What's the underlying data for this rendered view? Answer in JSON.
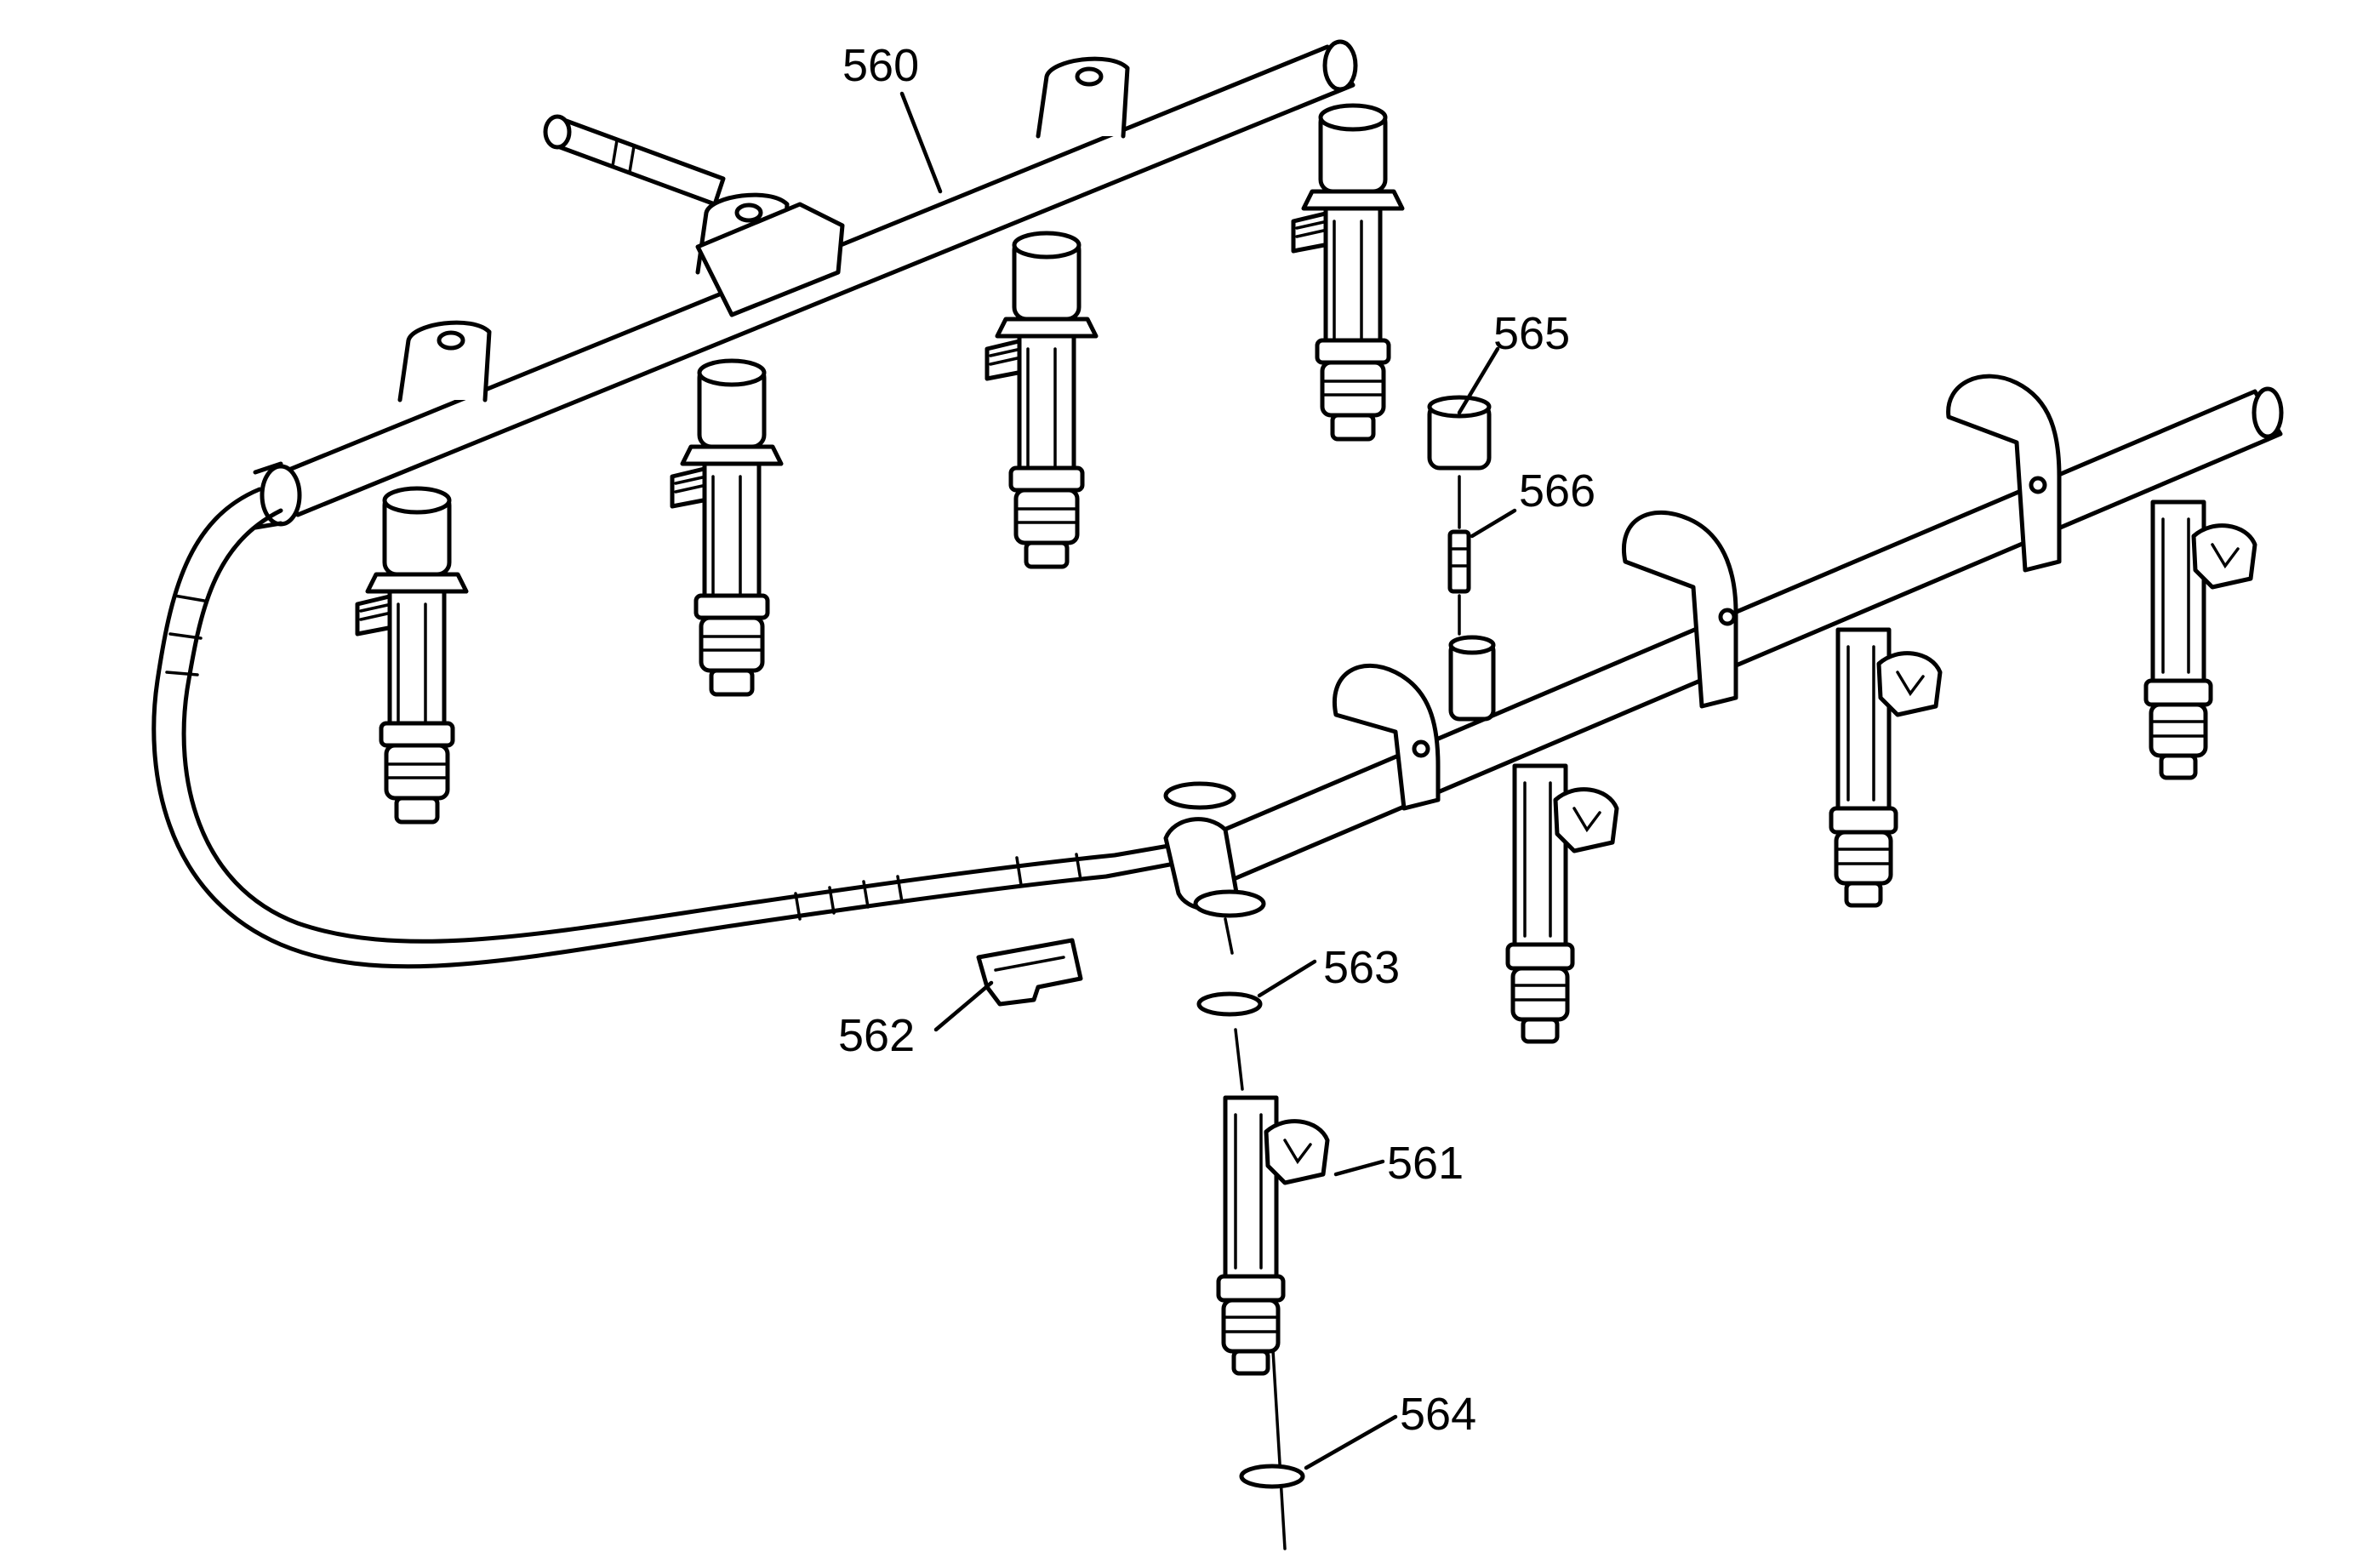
{
  "callouts": {
    "c560": "560",
    "c561": "561",
    "c562": "562",
    "c563": "563",
    "c564": "564",
    "c565": "565",
    "c566": "566"
  }
}
